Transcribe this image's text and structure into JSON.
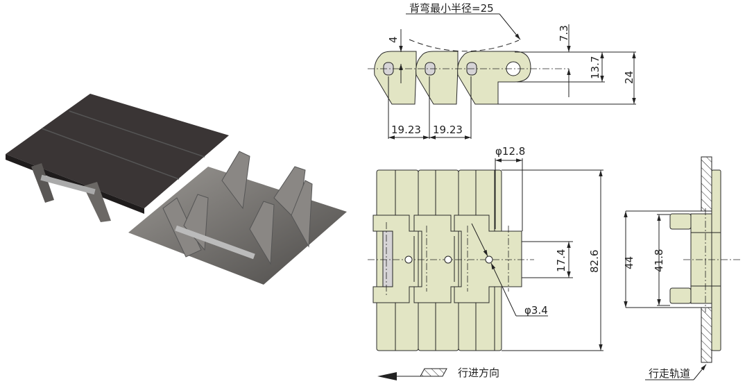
{
  "photo": {
    "description_label": "",
    "plate_color": "#3b3636",
    "hinge_color": "#7d7b78"
  },
  "side_view": {
    "bend_radius_label": "背弯最小半径=25",
    "dim_4": "4",
    "dim_7_3": "7.3",
    "dim_13_7": "13.7",
    "dim_24": "24",
    "pitch_1": "19.23",
    "pitch_2": "19.23"
  },
  "top_view": {
    "dim_phi12_8": "φ12.8",
    "dim_17_4": "17.4",
    "dim_82_6": "82.6",
    "dim_phi3_4": "φ3.4"
  },
  "end_view": {
    "dim_44": "44",
    "dim_41_8": "41.8",
    "rail_label": "行走轨道"
  },
  "legend": {
    "direction_label": "行进方向"
  },
  "colors": {
    "part_fill": "#e2e5c4",
    "line": "#222222"
  }
}
